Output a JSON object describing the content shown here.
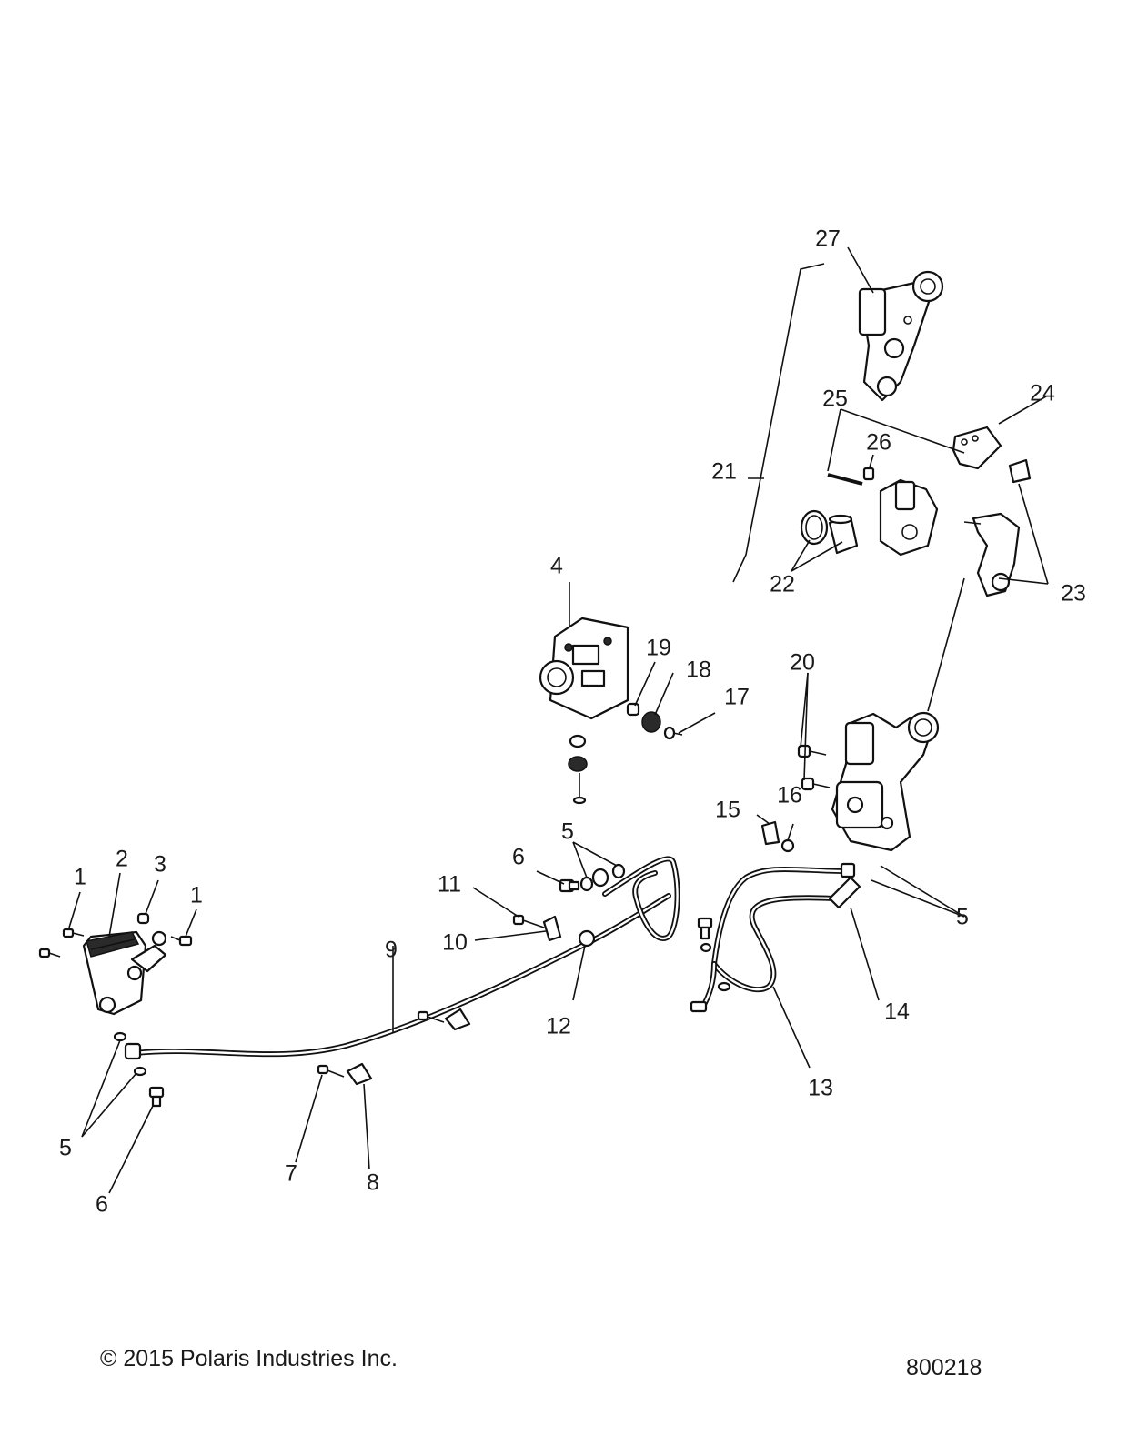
{
  "callouts": {
    "c1a": "1",
    "c1b": "1",
    "c2": "2",
    "c3": "3",
    "c4": "4",
    "c5a": "5",
    "c5b": "5",
    "c5c": "5",
    "c6a": "6",
    "c6b": "6",
    "c7": "7",
    "c8": "8",
    "c9": "9",
    "c10": "10",
    "c11": "11",
    "c12": "12",
    "c13": "13",
    "c14": "14",
    "c15": "15",
    "c16": "16",
    "c17": "17",
    "c18": "18",
    "c19": "19",
    "c20": "20",
    "c21": "21",
    "c22": "22",
    "c23": "23",
    "c24": "24",
    "c25": "25",
    "c26": "26",
    "c27": "27"
  },
  "footer": {
    "copyright": "© 2015 Polaris Industries Inc.",
    "diagram_number": "800218"
  }
}
